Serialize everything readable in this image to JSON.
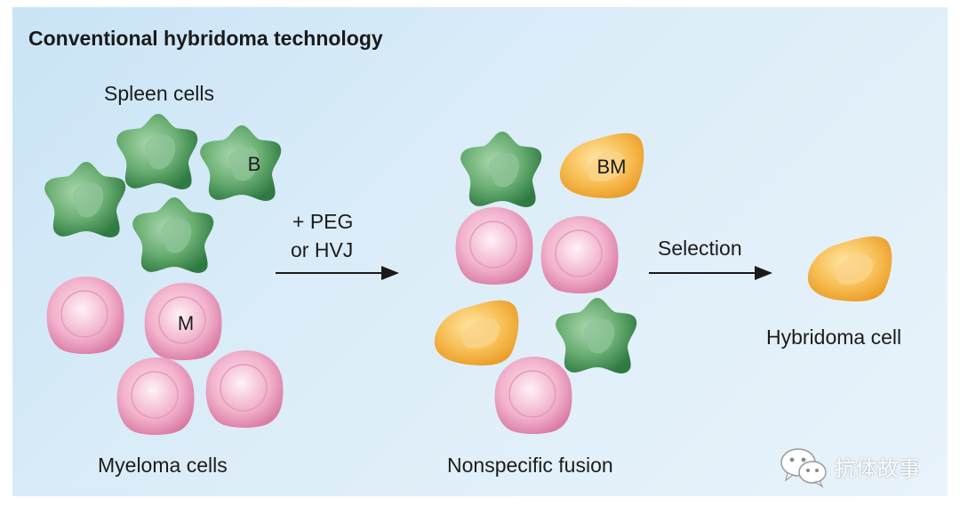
{
  "title": "Conventional hybridoma technology",
  "groups": {
    "spleen_label": "Spleen cells",
    "myeloma_label": "Myeloma cells",
    "fusion_label": "Nonspecific fusion",
    "hybridoma_label": "Hybridoma cell"
  },
  "steps": {
    "fusion_agent_line1": "+ PEG",
    "fusion_agent_line2": "or HVJ",
    "selection": "Selection"
  },
  "cell_labels": {
    "b_cell": "B",
    "myeloma_cell": "M",
    "fused_cell": "BM"
  },
  "watermark": {
    "text": "抗体故事",
    "icon": "wechat-icon"
  },
  "colors": {
    "background": "#d3e9f7",
    "b_cell": "#5fa36a",
    "myeloma_cell": "#efa9c6",
    "fused_cell": "#f2b24a",
    "arrow": "#1a1a1a"
  }
}
